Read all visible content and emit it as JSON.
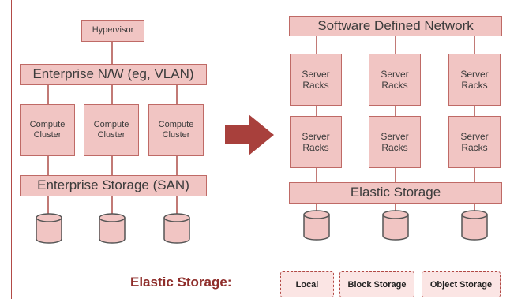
{
  "left": {
    "hypervisor": "Hypervisor",
    "network": "Enterprise N/W (eg, VLAN)",
    "clusters": [
      {
        "line1": "Compute",
        "line2": "Cluster"
      },
      {
        "line1": "Compute",
        "line2": "Cluster"
      },
      {
        "line1": "Compute",
        "line2": "Cluster"
      }
    ],
    "storage": "Enterprise Storage (SAN)"
  },
  "right": {
    "network": "Software Defined Network",
    "racks_top": [
      {
        "line1": "Server",
        "line2": "Racks"
      },
      {
        "line1": "Server",
        "line2": "Racks"
      },
      {
        "line1": "Server",
        "line2": "Racks"
      }
    ],
    "racks_bottom": [
      {
        "line1": "Server",
        "line2": "Racks"
      },
      {
        "line1": "Server",
        "line2": "Racks"
      },
      {
        "line1": "Server",
        "line2": "Racks"
      }
    ],
    "storage": "Elastic Storage"
  },
  "legend": {
    "title": "Elastic Storage:",
    "items": [
      "Local",
      "Block Storage",
      "Object Storage"
    ]
  },
  "colors": {
    "box_fill": "#f1c5c3",
    "box_border": "#bf6a66",
    "arrow": "#a8403c",
    "legend_title": "#8f2e2b"
  }
}
